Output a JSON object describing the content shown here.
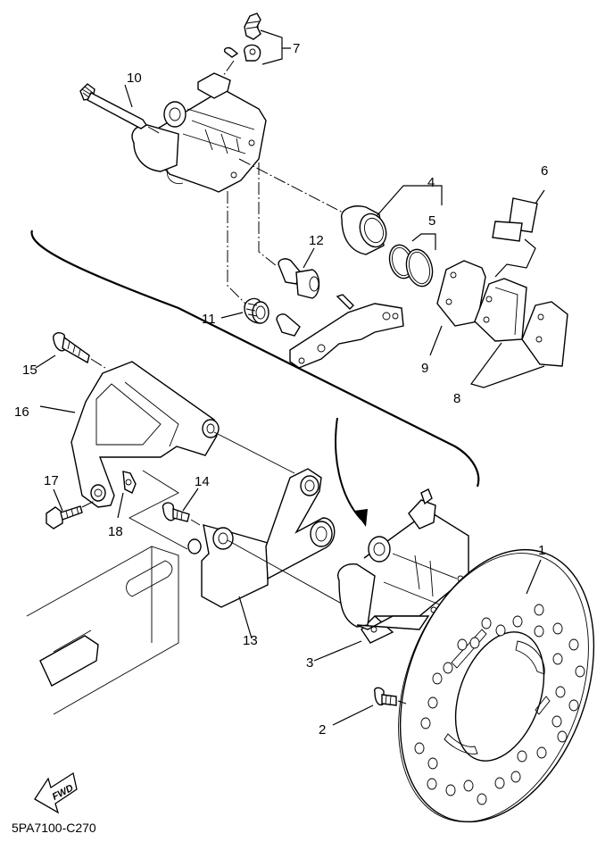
{
  "diagram": {
    "title": "Rear brake caliper exploded view",
    "drawing_code": "5PA7100-C270",
    "direction_label": "FWD",
    "callouts": [
      {
        "number": "1",
        "part": "brake-disc"
      },
      {
        "number": "2",
        "part": "disc-bolt"
      },
      {
        "number": "3",
        "part": "caliper-assembly"
      },
      {
        "number": "4",
        "part": "piston"
      },
      {
        "number": "5",
        "part": "piston-seal-kit"
      },
      {
        "number": "6",
        "part": "pad-spring"
      },
      {
        "number": "7",
        "part": "bleed-screw-set"
      },
      {
        "number": "8",
        "part": "brake-pad-kit"
      },
      {
        "number": "9",
        "part": "pad-shim"
      },
      {
        "number": "10",
        "part": "pad-pin"
      },
      {
        "number": "11",
        "part": "boot"
      },
      {
        "number": "12",
        "part": "caliper-pin"
      },
      {
        "number": "13",
        "part": "caliper-bracket"
      },
      {
        "number": "14",
        "part": "bolt"
      },
      {
        "number": "15",
        "part": "bolt"
      },
      {
        "number": "16",
        "part": "disc-cover"
      },
      {
        "number": "17",
        "part": "flange-bolt"
      },
      {
        "number": "18",
        "part": "nut"
      }
    ]
  }
}
